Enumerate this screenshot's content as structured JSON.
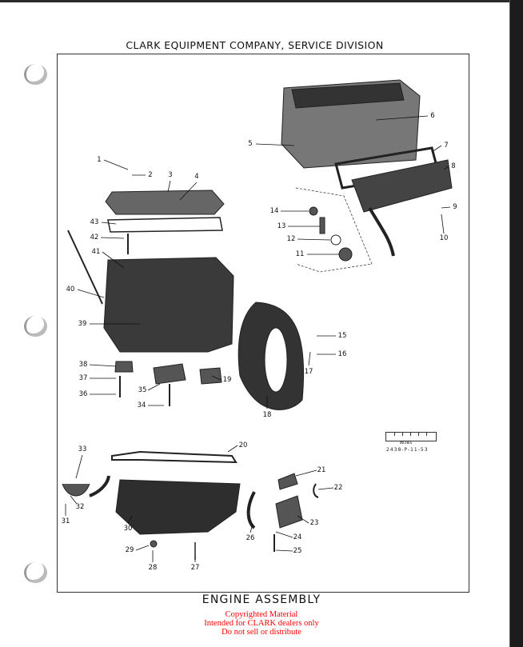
{
  "header": {
    "company": "CLARK EQUIPMENT COMPANY, SERVICE DIVISION"
  },
  "figure": {
    "title": "ENGINE ASSEMBLY",
    "drawing_number": "2438-P-11-53",
    "scale_label": "INCHES",
    "callouts": [
      "1",
      "2",
      "3",
      "4",
      "5",
      "6",
      "7",
      "8",
      "9",
      "10",
      "11",
      "12",
      "13",
      "14",
      "15",
      "16",
      "17",
      "18",
      "19",
      "20",
      "21",
      "22",
      "23",
      "24",
      "25",
      "26",
      "27",
      "28",
      "29",
      "30",
      "31",
      "32",
      "33",
      "34",
      "35",
      "36",
      "37",
      "38",
      "39",
      "40",
      "41",
      "42",
      "43"
    ]
  },
  "notice": {
    "line1": "Copyrighted Material",
    "line2": "Intended for CLARK dealers only",
    "line3": "Do not sell or distribute"
  },
  "colors": {
    "notice": "#ff0000",
    "ink": "#111111"
  }
}
